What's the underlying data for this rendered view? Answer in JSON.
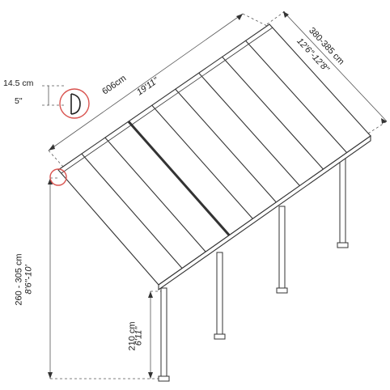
{
  "diagram": {
    "length": {
      "metric": "606cm",
      "imperial": "19'11\""
    },
    "width": {
      "metric": "380-385 cm",
      "imperial": "12'6\"-12'8\""
    },
    "gutter_height": {
      "metric": "14.5 cm",
      "imperial": "5\""
    },
    "high_height": {
      "metric": "260 - 305 cm",
      "imperial": "8'6\"-10'"
    },
    "low_height": {
      "metric": "210 cm",
      "imperial": "6'11\""
    },
    "colors": {
      "line": "#333333",
      "dashed": "#555555",
      "panel_fill": "#ffffff",
      "highlight": "#d9534f",
      "text": "#1a1a1a"
    }
  }
}
